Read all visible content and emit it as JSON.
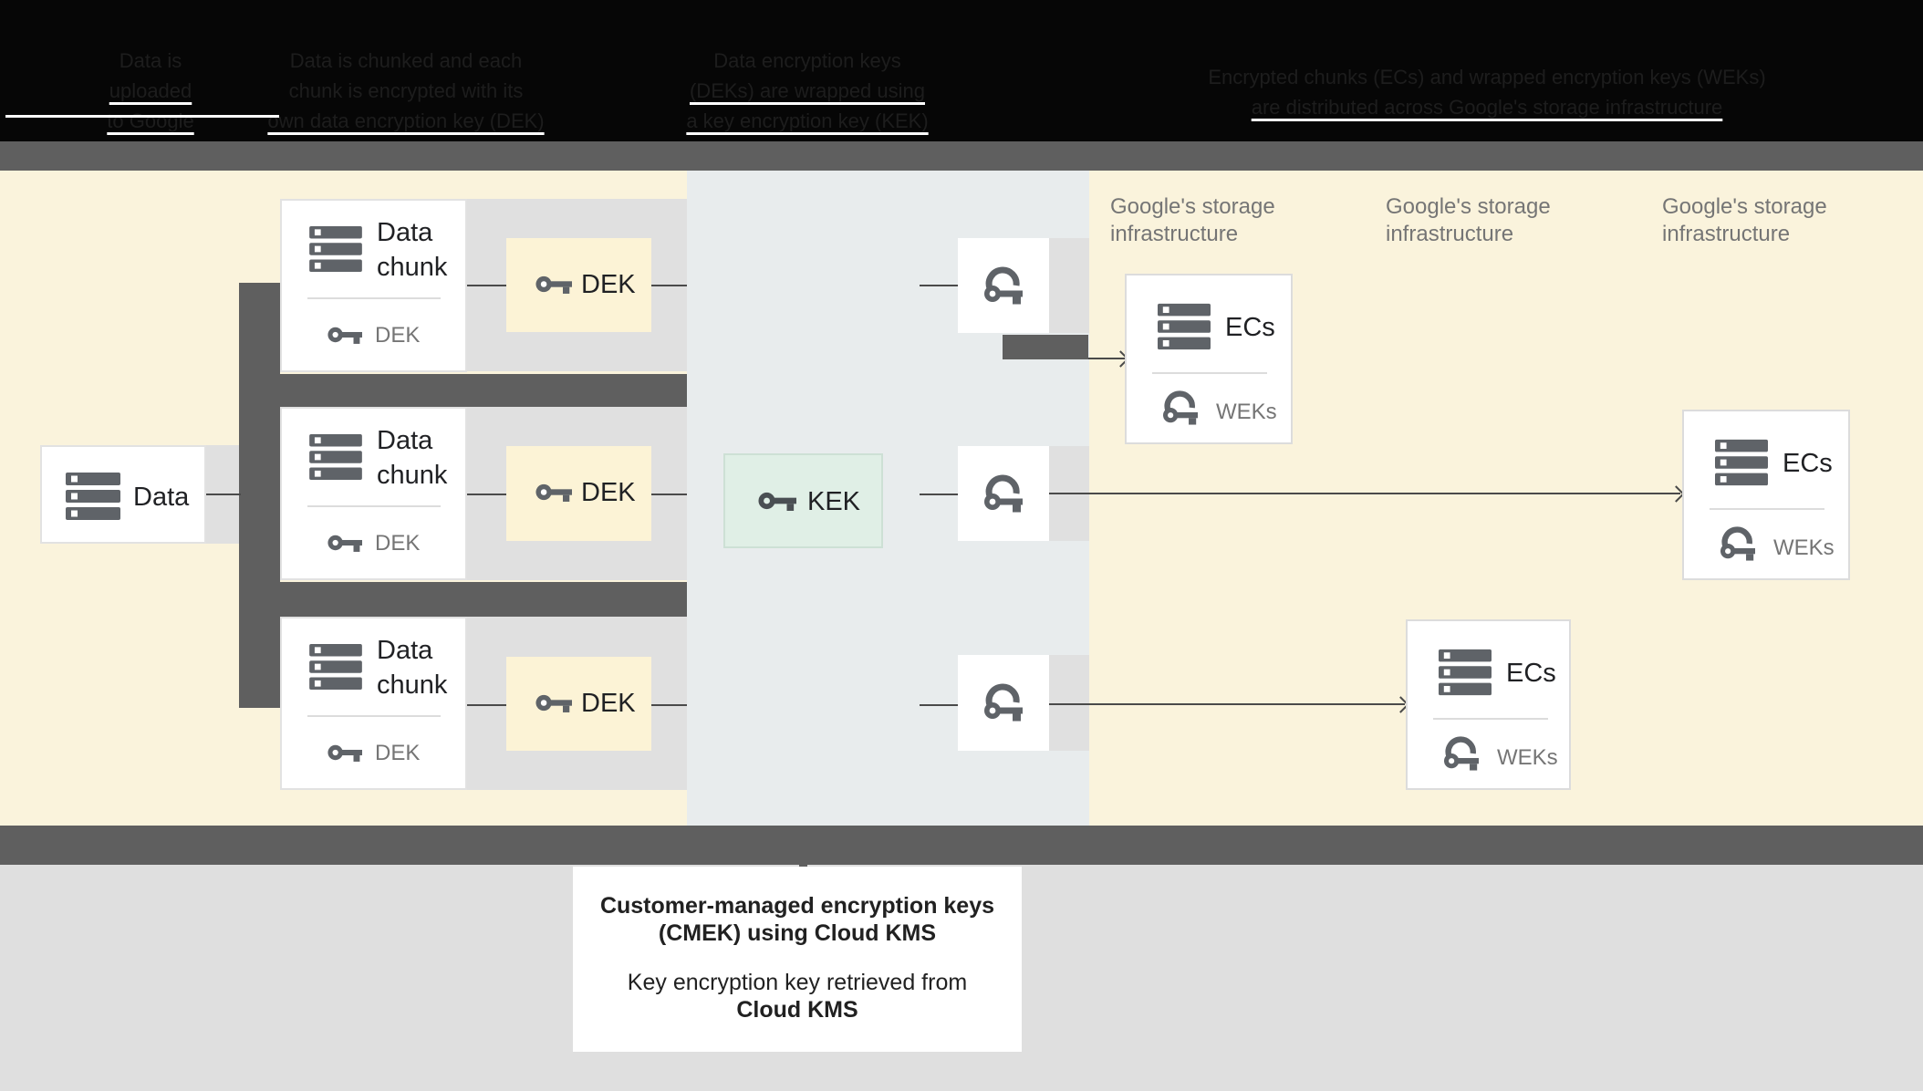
{
  "header": {
    "steps": [
      {
        "lines": [
          "Data is",
          "uploaded",
          "to Google"
        ]
      },
      {
        "lines": [
          "Data is chunked and each",
          "chunk is encrypted with its",
          "own data encryption key (DEK)"
        ]
      },
      {
        "lines": [
          "Data encryption keys",
          "(DEKs) are wrapped using",
          "a key encryption key (KEK)"
        ]
      },
      {
        "lines": [
          "Encrypted chunks (ECs) and wrapped encryption keys (WEKs)",
          "are distributed across Google's storage infrastructure"
        ]
      }
    ]
  },
  "diagram": {
    "data_box": {
      "label": "Data"
    },
    "chunks": [
      {
        "title_line1": "Data",
        "title_line2": "chunk",
        "key_label": "DEK"
      },
      {
        "title_line1": "Data",
        "title_line2": "chunk",
        "key_label": "DEK"
      },
      {
        "title_line1": "Data",
        "title_line2": "chunk",
        "key_label": "DEK"
      }
    ],
    "dek_cards": [
      {
        "label": "DEK"
      },
      {
        "label": "DEK"
      },
      {
        "label": "DEK"
      }
    ],
    "kek": {
      "label": "KEK"
    },
    "storage_labels": [
      {
        "line1": "Google's storage",
        "line2": "infrastructure"
      },
      {
        "line1": "Google's storage",
        "line2": "infrastructure"
      },
      {
        "line1": "Google's storage",
        "line2": "infrastructure"
      }
    ],
    "ecs_boxes": [
      {
        "title": "ECs",
        "key_label": "WEKs"
      },
      {
        "title": "ECs",
        "key_label": "WEKs"
      },
      {
        "title": "ECs",
        "key_label": "WEKs"
      }
    ]
  },
  "callout": {
    "bold_line1": "Customer-managed encryption keys",
    "bold_line2": "(CMEK) using Cloud KMS",
    "line3": "Key encryption key retrieved from",
    "bold_line4": "Cloud KMS"
  },
  "colors": {
    "cream_section": "#faf3dc",
    "kms_section": "#e8eced",
    "dark_band": "#5f5f5f",
    "light_band": "#e0e0e0",
    "dek_card": "#fcf3d6",
    "kek_box": "#e0efe6",
    "icon_gray": "#5f6368",
    "muted_text": "#757575",
    "bottom_area": "#dfdfdf"
  }
}
